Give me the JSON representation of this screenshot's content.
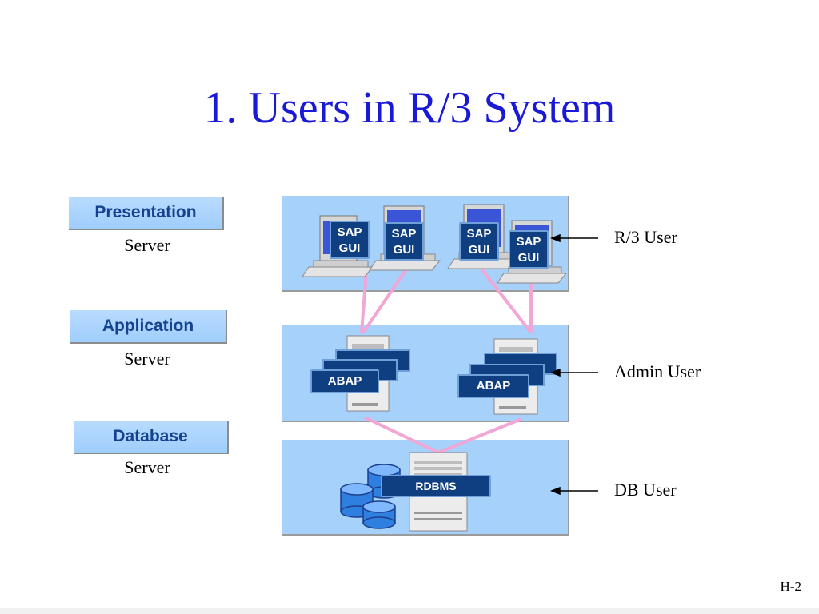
{
  "title": "1. Users in R/3 System",
  "tiers": [
    {
      "label": "Presentation",
      "sub": "Server"
    },
    {
      "label": "Application",
      "sub": "Server"
    },
    {
      "label": "Database",
      "sub": "Server"
    }
  ],
  "users": {
    "r3": "R/3 User",
    "admin": "Admin User",
    "db": "DB User"
  },
  "chips": {
    "sapgui_line1": "SAP",
    "sapgui_line2": "GUI",
    "abap": "ABAP",
    "rdbms": "RDBMS"
  },
  "footer": "H-2",
  "colors": {
    "title": "#1a1ad6",
    "panel": "#a6d1fb",
    "chip": "#0f3f80",
    "connector": "#f2a6d6"
  }
}
